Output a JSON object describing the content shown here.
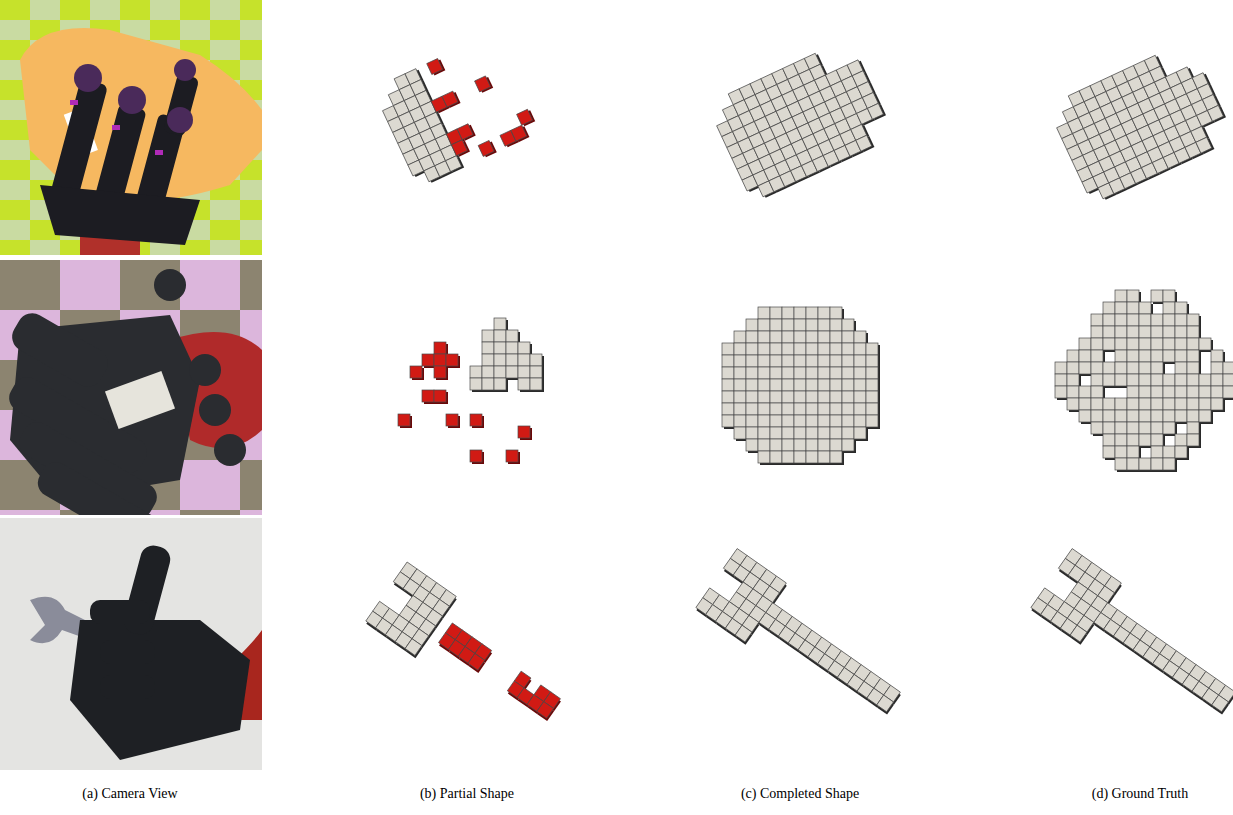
{
  "diagram": {
    "labels": [
      "(a) Camera View",
      "(b) Partial Shape",
      "(c) Completed Shape",
      "(d) Ground Truth"
    ]
  }
}
